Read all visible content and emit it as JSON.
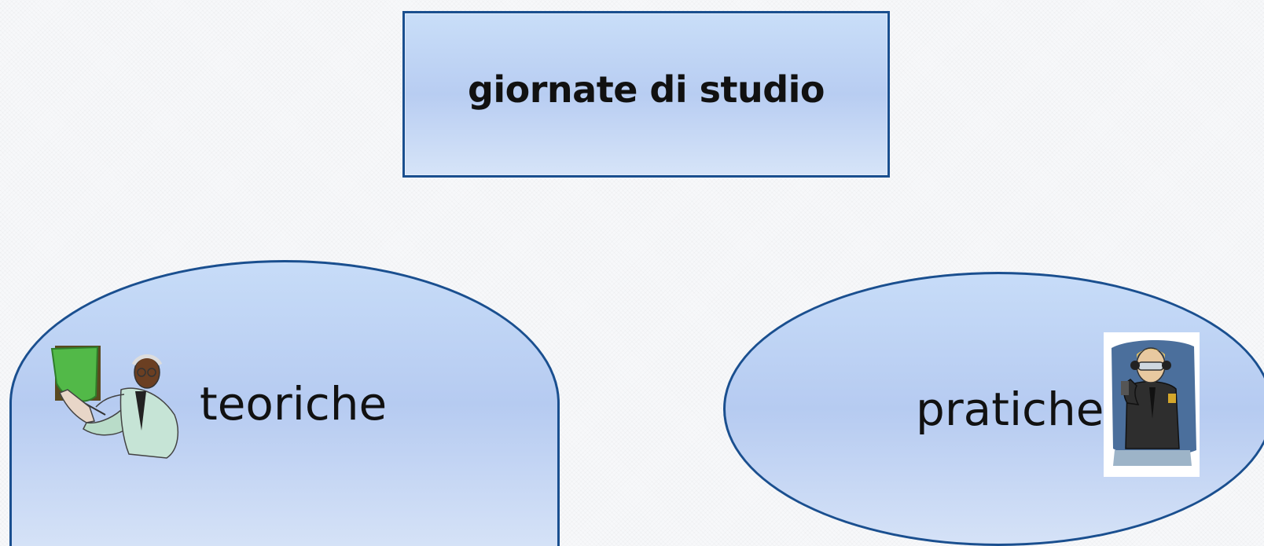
{
  "title": "giornate di studio",
  "left_node": {
    "label": "teoriche",
    "icon": "teacher-with-board-icon"
  },
  "right_node": {
    "label": "pratiche",
    "icon": "security-guard-icon"
  },
  "colors": {
    "border": "#1a4f8f",
    "fill": "#bcd1f3",
    "arrow": "#1565c0",
    "arrow_dark": "#0d4a94"
  }
}
